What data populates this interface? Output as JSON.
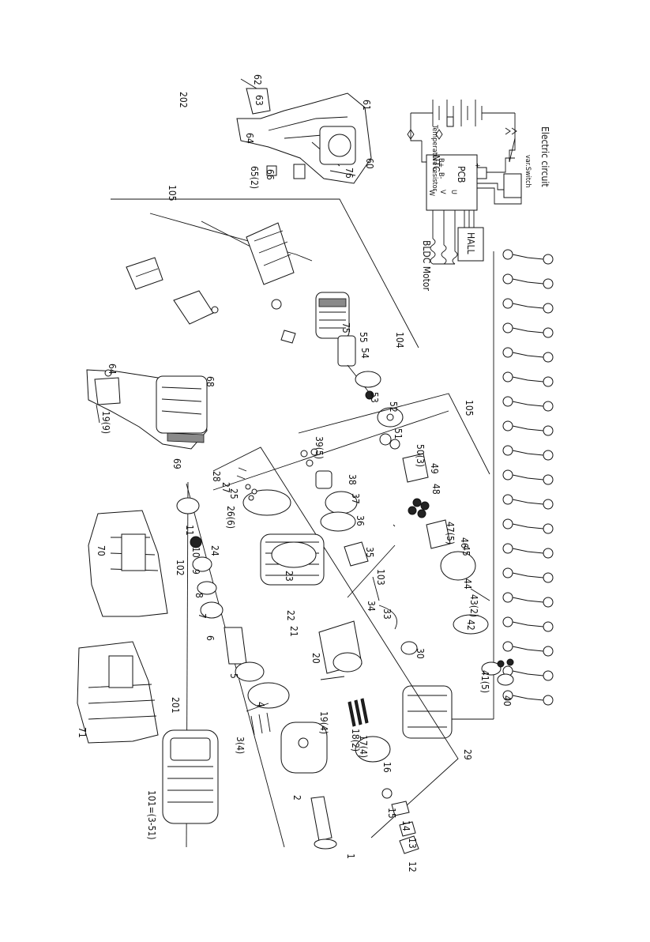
{
  "circuit": {
    "title": "Electric circuit",
    "pcb": "PCB",
    "ntc": "NTC",
    "hall": "HALL",
    "motor": "BLDC Motor",
    "switch": "var.Switch",
    "temp": "Temperature resistor",
    "terms_left": [
      "B+",
      "B-"
    ],
    "terms_right": [
      "W",
      "V",
      "U"
    ],
    "pole_plus": "+",
    "pole_minus": "-"
  },
  "parts": [
    "1",
    "2",
    "3(4)",
    "4",
    "5",
    "6",
    "7",
    "8",
    "9",
    "10",
    "11",
    "12",
    "13",
    "14",
    "15",
    "16",
    "17(4)",
    "18(2)",
    "19(4)",
    "20",
    "21",
    "22",
    "23",
    "24",
    "25",
    "26(6)",
    "27",
    "28",
    "29",
    "30",
    "33",
    "34",
    "35",
    "36",
    "37",
    "38",
    "39(5)",
    "40",
    "41(5)",
    "42",
    "43(2)",
    "44",
    "45",
    "46",
    "47(5)",
    "48",
    "49",
    "50(3)",
    "51",
    "52",
    "53",
    "54",
    "55",
    "60",
    "61",
    "62",
    "63",
    "64",
    "64",
    "65(2)",
    "66",
    "68",
    "69",
    "70",
    "71",
    "75",
    "76",
    "19(9)",
    "101=(3-51)",
    "102",
    "103",
    "104",
    "105",
    "105",
    "201",
    "202"
  ]
}
